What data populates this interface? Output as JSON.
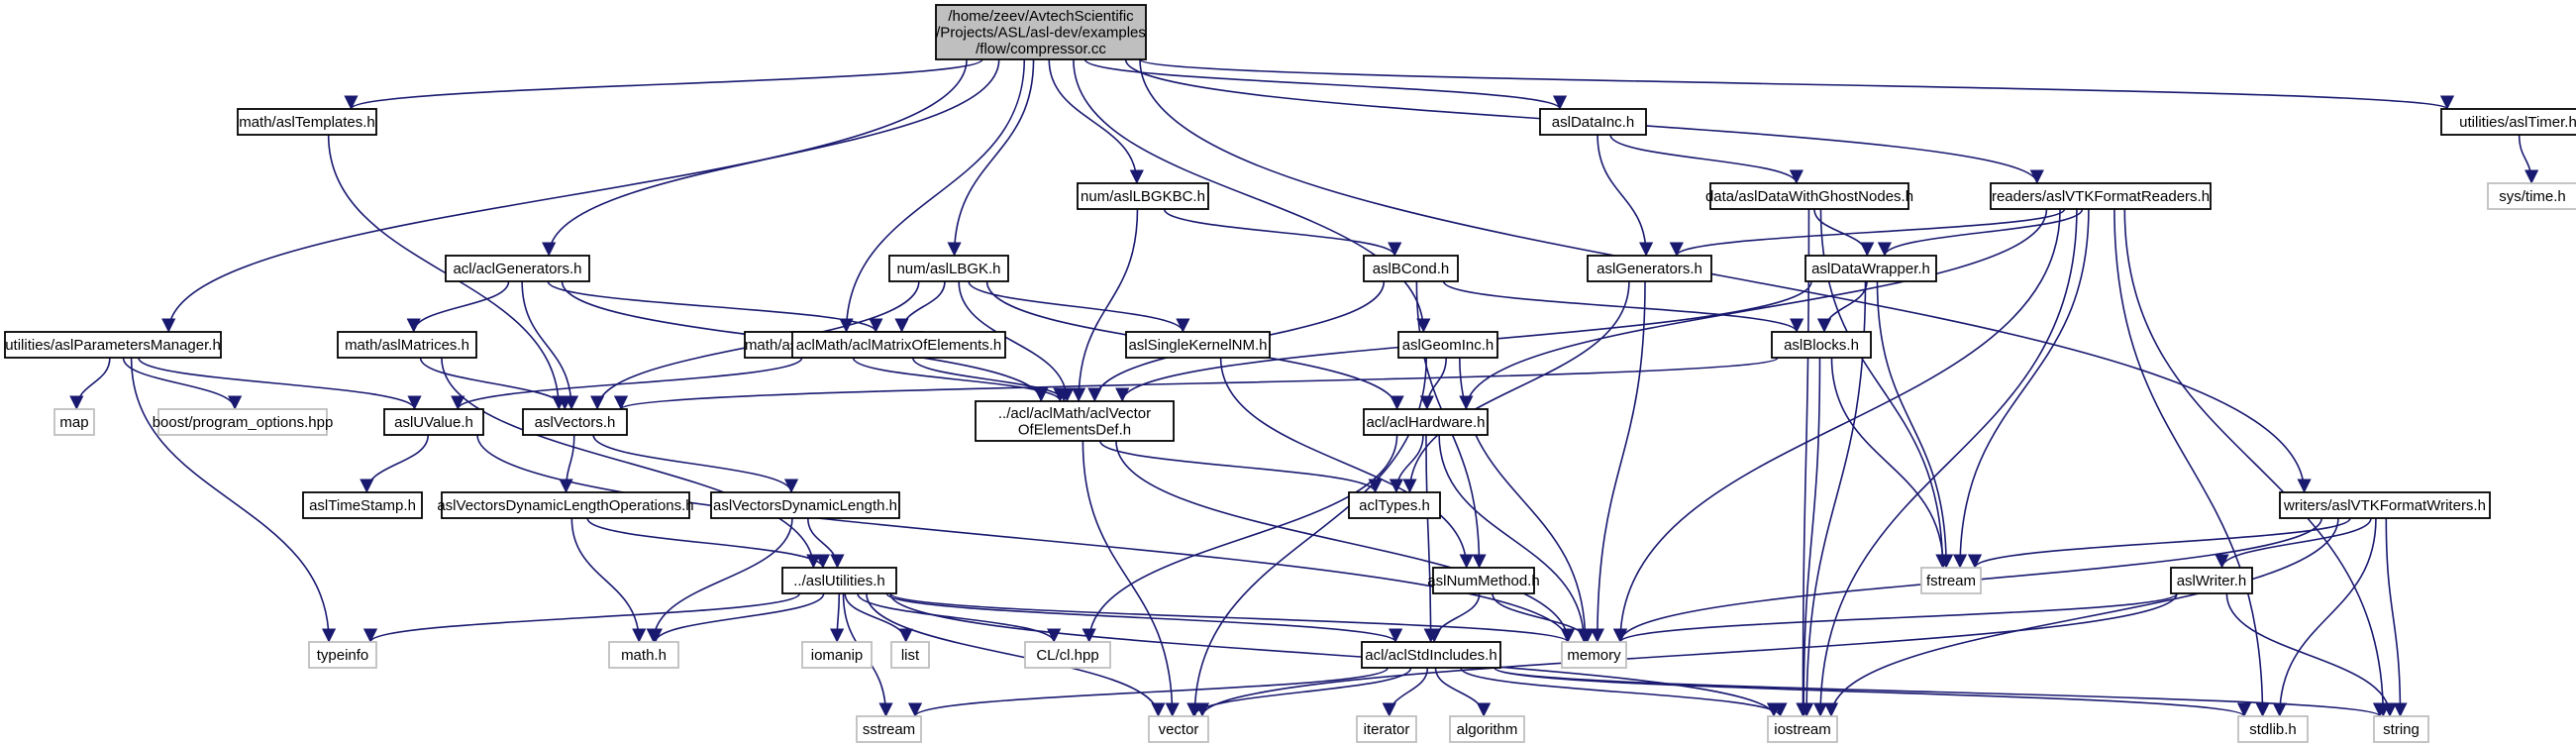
{
  "nodes": [
    {
      "id": "main",
      "lines": [
        "/home/zeev/AvtechScientific",
        "/Projects/ASL/asl-dev/examples",
        "/flow/compressor.cc"
      ],
      "kind": "main"
    },
    {
      "id": "math_templates",
      "lines": [
        "math/aslTemplates.h"
      ],
      "kind": "internal"
    },
    {
      "id": "acl_generators",
      "lines": [
        "acl/aclGenerators.h"
      ],
      "kind": "internal"
    },
    {
      "id": "math_posfunc",
      "lines": [
        "math/aslPositionFunction.h"
      ],
      "kind": "internal"
    },
    {
      "id": "lbgk",
      "lines": [
        "num/aslLBGK.h"
      ],
      "kind": "internal"
    },
    {
      "id": "lbgkbc",
      "lines": [
        "num/aslLBGKBC.h"
      ],
      "kind": "internal"
    },
    {
      "id": "datainc",
      "lines": [
        "aslDataInc.h"
      ],
      "kind": "internal"
    },
    {
      "id": "vtk_readers",
      "lines": [
        "readers/aslVTKFormatReaders.h"
      ],
      "kind": "internal"
    },
    {
      "id": "timer",
      "lines": [
        "utilities/aslTimer.h"
      ],
      "kind": "internal"
    },
    {
      "id": "params_mgr",
      "lines": [
        "utilities/aslParametersManager.h"
      ],
      "kind": "internal"
    },
    {
      "id": "math_matrices",
      "lines": [
        "math/aslMatrices.h"
      ],
      "kind": "internal"
    },
    {
      "id": "matrix_elems",
      "lines": [
        "aclMath/aclMatrixOfElements.h"
      ],
      "kind": "internal"
    },
    {
      "id": "single_kernel",
      "lines": [
        "aslSingleKernelNM.h"
      ],
      "kind": "internal"
    },
    {
      "id": "bcond",
      "lines": [
        "aslBCond.h"
      ],
      "kind": "internal"
    },
    {
      "id": "geominc",
      "lines": [
        "aslGeomInc.h"
      ],
      "kind": "internal"
    },
    {
      "id": "ghost_nodes",
      "lines": [
        "data/aslDataWithGhostNodes.h"
      ],
      "kind": "internal"
    },
    {
      "id": "generators",
      "lines": [
        "aslGenerators.h"
      ],
      "kind": "internal"
    },
    {
      "id": "data_wrapper",
      "lines": [
        "aslDataWrapper.h"
      ],
      "kind": "internal"
    },
    {
      "id": "blocks",
      "lines": [
        "aslBlocks.h"
      ],
      "kind": "internal"
    },
    {
      "id": "uvalue",
      "lines": [
        "aslUValue.h"
      ],
      "kind": "internal"
    },
    {
      "id": "vectors",
      "lines": [
        "aslVectors.h"
      ],
      "kind": "internal"
    },
    {
      "id": "vector_def",
      "lines": [
        "../acl/aclMath/aclVector",
        "OfElementsDef.h"
      ],
      "kind": "internal"
    },
    {
      "id": "acl_hardware",
      "lines": [
        "acl/aclHardware.h"
      ],
      "kind": "internal"
    },
    {
      "id": "timestamp",
      "lines": [
        "aslTimeStamp.h"
      ],
      "kind": "internal"
    },
    {
      "id": "vec_dyn_ops",
      "lines": [
        "aslVectorsDynamicLengthOperations.h"
      ],
      "kind": "internal"
    },
    {
      "id": "vec_dyn_len",
      "lines": [
        "aslVectorsDynamicLength.h"
      ],
      "kind": "internal"
    },
    {
      "id": "acl_types",
      "lines": [
        "aclTypes.h"
      ],
      "kind": "internal"
    },
    {
      "id": "vtk_writers",
      "lines": [
        "writers/aslVTKFormatWriters.h"
      ],
      "kind": "internal"
    },
    {
      "id": "utilities",
      "lines": [
        "../aslUtilities.h"
      ],
      "kind": "internal"
    },
    {
      "id": "num_method",
      "lines": [
        "aslNumMethod.h"
      ],
      "kind": "internal"
    },
    {
      "id": "writer",
      "lines": [
        "aslWriter.h"
      ],
      "kind": "internal"
    },
    {
      "id": "std_includes",
      "lines": [
        "acl/aclStdIncludes.h"
      ],
      "kind": "internal"
    },
    {
      "id": "sys_time",
      "lines": [
        "sys/time.h"
      ],
      "kind": "external"
    },
    {
      "id": "map",
      "lines": [
        "map"
      ],
      "kind": "external"
    },
    {
      "id": "boost_po",
      "lines": [
        "boost/program_options.hpp"
      ],
      "kind": "external"
    },
    {
      "id": "fstream",
      "lines": [
        "fstream"
      ],
      "kind": "external"
    },
    {
      "id": "typeinfo",
      "lines": [
        "typeinfo"
      ],
      "kind": "external"
    },
    {
      "id": "math_h",
      "lines": [
        "math.h"
      ],
      "kind": "external"
    },
    {
      "id": "iomanip",
      "lines": [
        "iomanip"
      ],
      "kind": "external"
    },
    {
      "id": "list",
      "lines": [
        "list"
      ],
      "kind": "external"
    },
    {
      "id": "cl_hpp",
      "lines": [
        "CL/cl.hpp"
      ],
      "kind": "external"
    },
    {
      "id": "memory",
      "lines": [
        "memory"
      ],
      "kind": "external"
    },
    {
      "id": "sstream",
      "lines": [
        "sstream"
      ],
      "kind": "external"
    },
    {
      "id": "vector",
      "lines": [
        "vector"
      ],
      "kind": "external"
    },
    {
      "id": "iterator",
      "lines": [
        "iterator"
      ],
      "kind": "external"
    },
    {
      "id": "algorithm",
      "lines": [
        "algorithm"
      ],
      "kind": "external"
    },
    {
      "id": "iostream",
      "lines": [
        "iostream"
      ],
      "kind": "external"
    },
    {
      "id": "stdlib",
      "lines": [
        "stdlib.h"
      ],
      "kind": "external"
    },
    {
      "id": "string",
      "lines": [
        "string"
      ],
      "kind": "external"
    }
  ],
  "edges": [
    [
      "main",
      "math_templates"
    ],
    [
      "main",
      "acl_generators"
    ],
    [
      "main",
      "math_posfunc"
    ],
    [
      "main",
      "lbgk"
    ],
    [
      "main",
      "lbgkbc"
    ],
    [
      "main",
      "datainc"
    ],
    [
      "main",
      "vtk_readers"
    ],
    [
      "main",
      "timer"
    ],
    [
      "main",
      "params_mgr"
    ],
    [
      "main",
      "vtk_writers"
    ],
    [
      "main",
      "geominc"
    ],
    [
      "math_templates",
      "vectors"
    ],
    [
      "acl_generators",
      "math_matrices"
    ],
    [
      "acl_generators",
      "matrix_elems"
    ],
    [
      "acl_generators",
      "vectors"
    ],
    [
      "acl_generators",
      "vector_def"
    ],
    [
      "math_posfunc",
      "uvalue"
    ],
    [
      "math_posfunc",
      "vector_def"
    ],
    [
      "lbgk",
      "matrix_elems"
    ],
    [
      "lbgk",
      "single_kernel"
    ],
    [
      "lbgk",
      "vectors"
    ],
    [
      "lbgk",
      "vector_def"
    ],
    [
      "lbgk",
      "acl_hardware"
    ],
    [
      "lbgkbc",
      "bcond"
    ],
    [
      "lbgkbc",
      "vector_def"
    ],
    [
      "datainc",
      "generators"
    ],
    [
      "datainc",
      "ghost_nodes"
    ],
    [
      "vtk_readers",
      "generators"
    ],
    [
      "vtk_readers",
      "data_wrapper"
    ],
    [
      "vtk_readers",
      "acl_hardware"
    ],
    [
      "vtk_readers",
      "fstream"
    ],
    [
      "vtk_readers",
      "memory"
    ],
    [
      "vtk_readers",
      "iostream"
    ],
    [
      "vtk_readers",
      "stdlib"
    ],
    [
      "vtk_readers",
      "string"
    ],
    [
      "timer",
      "sys_time"
    ],
    [
      "params_mgr",
      "map"
    ],
    [
      "params_mgr",
      "boost_po"
    ],
    [
      "params_mgr",
      "uvalue"
    ],
    [
      "params_mgr",
      "typeinfo"
    ],
    [
      "math_matrices",
      "vectors"
    ],
    [
      "math_matrices",
      "utilities"
    ],
    [
      "matrix_elems",
      "vector_def"
    ],
    [
      "single_kernel",
      "num_method"
    ],
    [
      "bcond",
      "blocks"
    ],
    [
      "bcond",
      "vector_def"
    ],
    [
      "bcond",
      "num_method"
    ],
    [
      "geominc",
      "acl_hardware"
    ],
    [
      "geominc",
      "vector"
    ],
    [
      "geominc",
      "memory"
    ],
    [
      "ghost_nodes",
      "data_wrapper"
    ],
    [
      "ghost_nodes",
      "iostream"
    ],
    [
      "ghost_nodes",
      "fstream"
    ],
    [
      "generators",
      "acl_types"
    ],
    [
      "generators",
      "memory"
    ],
    [
      "data_wrapper",
      "blocks"
    ],
    [
      "data_wrapper",
      "vector_def"
    ],
    [
      "data_wrapper",
      "fstream"
    ],
    [
      "data_wrapper",
      "iostream"
    ],
    [
      "blocks",
      "vectors"
    ],
    [
      "blocks",
      "fstream"
    ],
    [
      "blocks",
      "iostream"
    ],
    [
      "uvalue",
      "timestamp"
    ],
    [
      "uvalue",
      "memory"
    ],
    [
      "vectors",
      "vec_dyn_ops"
    ],
    [
      "vectors",
      "vec_dyn_len"
    ],
    [
      "vector_def",
      "acl_types"
    ],
    [
      "vector_def",
      "vector"
    ],
    [
      "vector_def",
      "memory"
    ],
    [
      "acl_hardware",
      "acl_types"
    ],
    [
      "acl_hardware",
      "cl_hpp"
    ],
    [
      "acl_hardware",
      "std_includes"
    ],
    [
      "acl_hardware",
      "memory"
    ],
    [
      "vec_dyn_ops",
      "utilities"
    ],
    [
      "vec_dyn_ops",
      "math_h"
    ],
    [
      "vec_dyn_len",
      "utilities"
    ],
    [
      "vec_dyn_len",
      "math_h"
    ],
    [
      "vtk_writers",
      "fstream"
    ],
    [
      "vtk_writers",
      "writer"
    ],
    [
      "vtk_writers",
      "memory"
    ],
    [
      "vtk_writers",
      "iostream"
    ],
    [
      "vtk_writers",
      "stdlib"
    ],
    [
      "vtk_writers",
      "string"
    ],
    [
      "utilities",
      "typeinfo"
    ],
    [
      "utilities",
      "math_h"
    ],
    [
      "utilities",
      "iomanip"
    ],
    [
      "utilities",
      "list"
    ],
    [
      "utilities",
      "cl_hpp"
    ],
    [
      "utilities",
      "memory"
    ],
    [
      "utilities",
      "std_includes"
    ],
    [
      "utilities",
      "sstream"
    ],
    [
      "utilities",
      "vector"
    ],
    [
      "utilities",
      "iostream"
    ],
    [
      "num_method",
      "std_includes"
    ],
    [
      "num_method",
      "memory"
    ],
    [
      "writer",
      "memory"
    ],
    [
      "writer",
      "vector"
    ],
    [
      "writer",
      "string"
    ],
    [
      "std_includes",
      "sstream"
    ],
    [
      "std_includes",
      "vector"
    ],
    [
      "std_includes",
      "iterator"
    ],
    [
      "std_includes",
      "algorithm"
    ],
    [
      "std_includes",
      "iostream"
    ],
    [
      "std_includes",
      "stdlib"
    ],
    [
      "std_includes",
      "string"
    ]
  ],
  "colors": {
    "main_fill": "#bfbfbf",
    "edge": "#191970",
    "ext_border": "#bfbfbf",
    "int_border": "#000000"
  }
}
